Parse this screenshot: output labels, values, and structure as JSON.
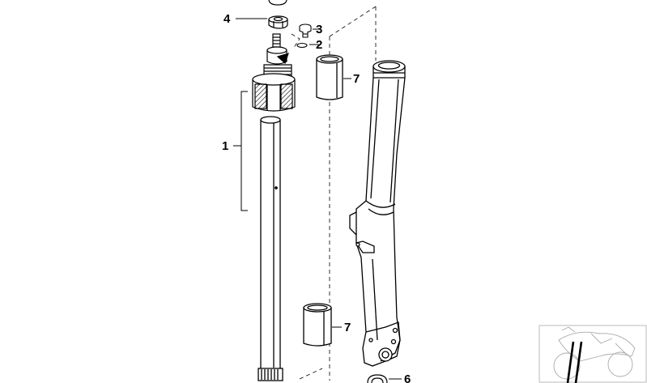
{
  "diagram": {
    "callouts": {
      "c1": "1",
      "c2": "2",
      "c3": "3",
      "c4": "4",
      "c6": "6",
      "c7a": "7",
      "c7b": "7"
    }
  },
  "colors": {
    "ink": "#000000",
    "background": "#ffffff",
    "hatch": "#000000",
    "inset_frame": "#bbbbbb"
  }
}
